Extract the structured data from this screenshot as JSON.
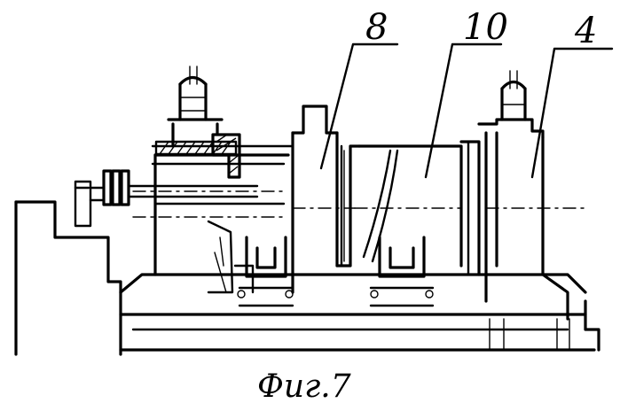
{
  "labels": {
    "part_8": "8",
    "part_10": "10",
    "part_4": "4"
  },
  "caption": "Фиг.7"
}
